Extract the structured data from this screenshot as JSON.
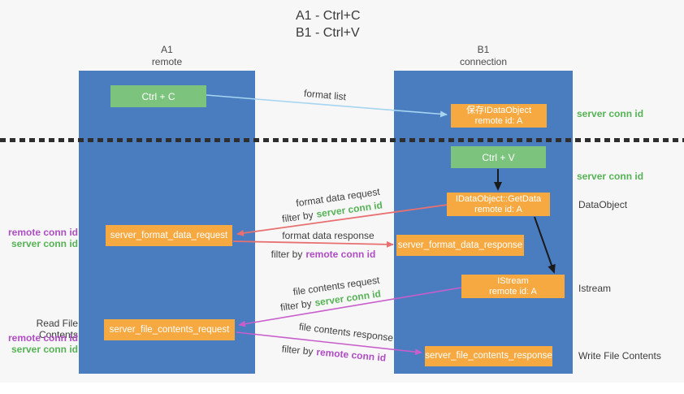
{
  "title": {
    "line1": "A1 - Ctrl+C",
    "line2": "B1 - Ctrl+V"
  },
  "lanes": {
    "a": {
      "id": "A1",
      "role": "remote"
    },
    "b": {
      "id": "B1",
      "role": "connection"
    }
  },
  "nodes": {
    "ctrl_c": {
      "label": "Ctrl + C"
    },
    "save_dataobject": {
      "line1": "保存IDataObject",
      "line2": "remote id: A"
    },
    "ctrl_v": {
      "label": "Ctrl + V"
    },
    "getdata": {
      "line1": "IDataObject::GetData",
      "line2": "remote id: A"
    },
    "format_request": {
      "label": "server_format_data_request"
    },
    "format_response": {
      "label": "server_format_data_response"
    },
    "istream": {
      "line1": "IStream",
      "line2": "remote id: A"
    },
    "file_request": {
      "label": "server_file_contents_request"
    },
    "file_response": {
      "label": "server_file_contents_response"
    }
  },
  "edge_labels": {
    "format_list": "format list",
    "format_data_request": "format data request",
    "format_data_request_filter": {
      "prefix": "filter by",
      "key": "server conn id"
    },
    "format_data_response": "format data response",
    "format_data_response_filter": {
      "prefix": "filter by",
      "key": "remote conn id"
    },
    "file_contents_request": "file contents request",
    "file_contents_request_filter": {
      "prefix": "filter by",
      "key": "server conn id"
    },
    "file_contents_response": "file contents response",
    "file_contents_response_filter": {
      "prefix": "filter by",
      "key": "remote conn id"
    }
  },
  "side_labels": {
    "right_server_conn_top": "server conn id",
    "right_server_conn_mid": "server conn id",
    "right_dataobject": "DataObject",
    "right_istream": "Istream",
    "right_write_file": "Write File Contents",
    "left_read_file": "Read File Contents",
    "left_top": {
      "remote": "remote conn id",
      "server": "server conn id"
    },
    "left_bottom": {
      "remote": "remote conn id",
      "server": "server conn id"
    }
  },
  "colors": {
    "lane_blue": "#4a7dc0",
    "node_green": "#7cc47d",
    "node_orange": "#f7a941",
    "accent_green": "#55b355",
    "accent_purple": "#b04cc4",
    "arrow_red": "#e87070",
    "arrow_magenta": "#c85ecb",
    "arrow_light_blue": "#a5d5f0",
    "arrow_black": "#1a1a1a"
  }
}
